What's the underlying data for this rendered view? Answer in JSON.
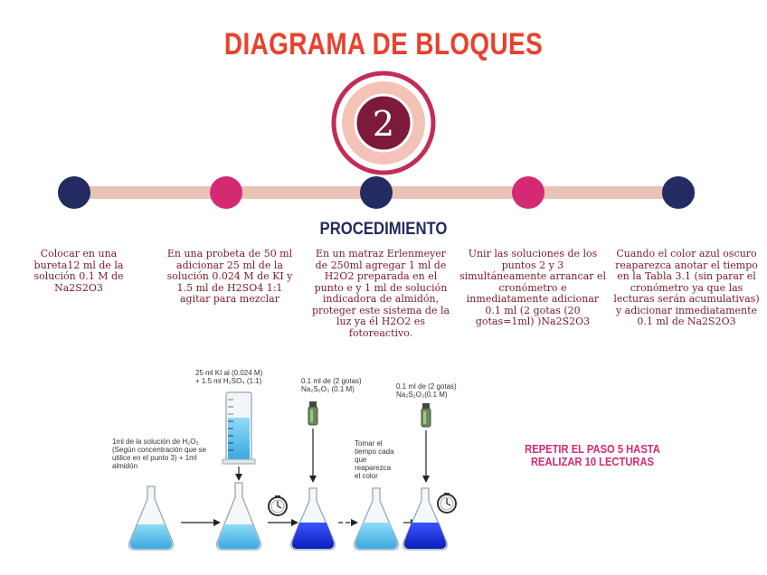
{
  "title": "DIAGRAMA DE BLOQUES",
  "badge_number": "2",
  "section_title": "PROCEDIMIENTO",
  "colors": {
    "title": "#e8412d",
    "navy": "#242a62",
    "pink": "#d42a74",
    "bar": "#e9c4b6",
    "step_text": "#7a1a2d",
    "badge_outer_ring": "#c22d55",
    "badge_inner": "#7d1a3c",
    "liquid_light": "#5ec7ef",
    "liquid_dark": "#1432e0"
  },
  "steps": [
    {
      "text": "Colocar en una bureta12 ml de la solución 0.1 M de Na2S2O3"
    },
    {
      "text": "En una probeta de 50 ml adicionar 25 ml de la solución 0.024 M de KI y 1.5 ml de H2SO4 1:1 agitar para mezclar"
    },
    {
      "text": "En un matraz Erlenmeyer de 250ml agregar 1 ml de H2O2 preparada en el punto e y 1 ml de solución indicadora de almidón, proteger este sistema de la luz ya él H2O2 es fotoreactivo."
    },
    {
      "text": "Unir las soluciones de los puntos 2 y 3 simultáneamente arrancar el cronómetro e inmediatamente adicionar 0.1 ml (2 gotas (20 gotas=1ml) )Na2S2O3"
    },
    {
      "text": "Cuando el color azul oscuro reaparezca anotar el tiempo en la Tabla 3.1 (sin parar el cronómetro ya que las lecturas serán acumulativas) y adicionar inmediatamente 0.1 ml de Na2S2O3"
    }
  ],
  "repeat_note": "REPETIR EL PASO 5 HASTA REALIZAR 10 LECTURAS",
  "labels": {
    "cylinder_line1": "25 ml KI al (0.024 M)",
    "cylinder_line2": "+ 1.5 ml H₂SO₄ (1:1)",
    "h2o2_line1": "1ml de la solución de H₂O₂",
    "h2o2_line2": "(Según concentración que se",
    "h2o2_line3": "utilice en el punto 3) + 1ml",
    "h2o2_line4": "almidón",
    "dropper1_line1": "0.1 ml de (2 gotas)",
    "dropper1_line2": "Na₂S₂O₃ (0.1 M)",
    "dropper2_line1": "0.1 ml de (2 gotas)",
    "dropper2_line2": "Na₂S₂O₃(0.1 M)",
    "time_line1": "Tomar el",
    "time_line2": "tiempo cada",
    "time_line3": "que",
    "time_line4": "reaparezca",
    "time_line5": "el color"
  },
  "icons": [
    "clock-icon",
    "erlenmeyer-flask-icon",
    "graduated-cylinder-icon",
    "dropper-icon",
    "arrow-icon"
  ]
}
